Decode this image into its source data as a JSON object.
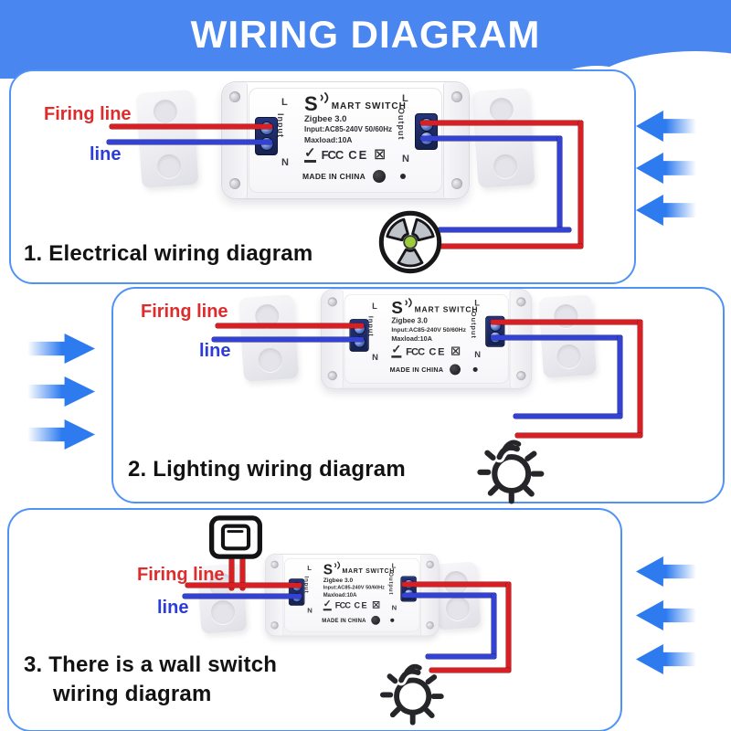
{
  "banner": {
    "title": "WIRING DIAGRAM"
  },
  "colors": {
    "banner_blue": "#4a86f0",
    "panel_border_blue": "#4f93f7",
    "arrow_blue": "#2e7bf0",
    "live_wire_red": "#d81f23",
    "neutral_wire_blue": "#3442d4",
    "live_label_red": "#de2b2b",
    "neutral_label_blue": "#2b3cd8"
  },
  "device": {
    "brand_s": "S",
    "brand_rest": "MART SWITCH",
    "model": "Zigbee 3.0",
    "input_spec": "Input:AC85-240V 50/60Hz",
    "maxload": "Maxload:10A",
    "made_in": "MADE IN CHINA",
    "cert_check": "✓",
    "cert_fcc": "FCC",
    "cert_ce": "CE",
    "cert_weee": "☒",
    "terminal_l": "L",
    "terminal_n": "N",
    "input_label": "Input",
    "output_label": "Output"
  },
  "wire_labels": {
    "live": "Firing line",
    "neutral": "line"
  },
  "panels": [
    {
      "caption": "1. Electrical wiring diagram",
      "load": "exhaust-fan",
      "arrows_side": "right"
    },
    {
      "caption": "2. Lighting wiring diagram",
      "load": "light-bulb",
      "arrows_side": "left"
    },
    {
      "caption_line1": "3. There is a wall switch",
      "caption_line2": "wiring diagram",
      "load": "light-bulb",
      "control": "wall-switch",
      "arrows_side": "right"
    }
  ]
}
